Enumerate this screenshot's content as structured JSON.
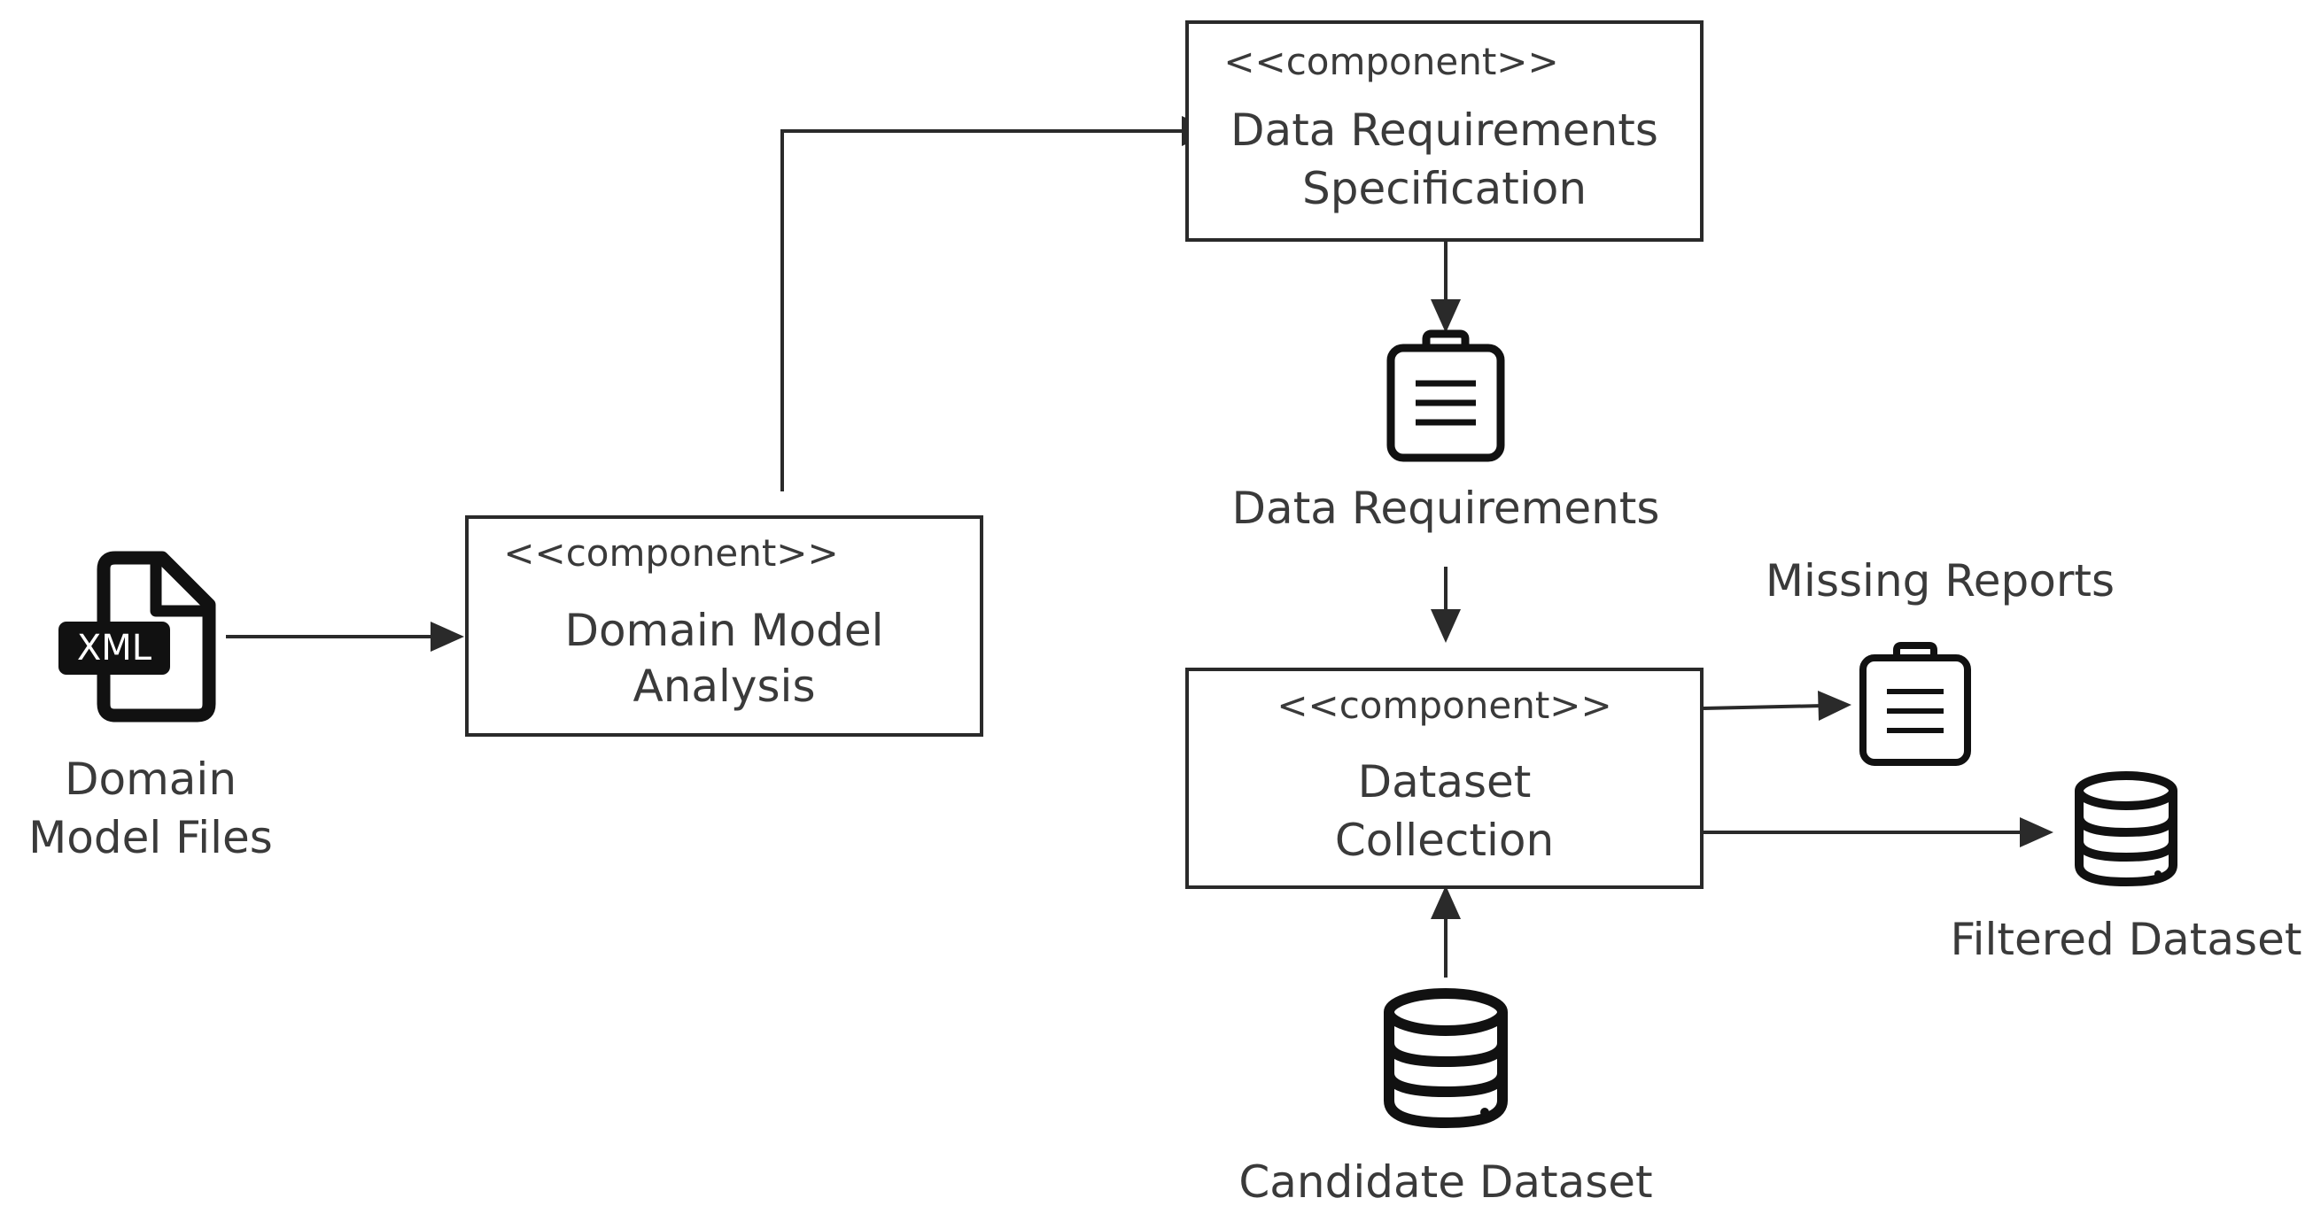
{
  "diagram": {
    "components": [
      {
        "id": "domain-model-analysis",
        "stereotype": "<<component>>",
        "name_lines": [
          "Domain Model",
          "Analysis"
        ]
      },
      {
        "id": "data-requirements-specification",
        "stereotype": "<<component>>",
        "name_lines": [
          "Data Requirements",
          "Specification"
        ]
      },
      {
        "id": "dataset-collection",
        "stereotype": "<<component>>",
        "name_lines": [
          "Dataset",
          "Collection"
        ]
      }
    ],
    "artifacts": [
      {
        "id": "domain-model-files",
        "icon": "xml-file-icon",
        "badge": "XML",
        "label_lines": [
          "Domain",
          "Model Files"
        ]
      },
      {
        "id": "data-requirements",
        "icon": "clipboard-icon",
        "label": "Data Requirements"
      },
      {
        "id": "missing-reports",
        "icon": "clipboard-icon",
        "label": "Missing Reports"
      },
      {
        "id": "filtered-dataset",
        "icon": "database-icon",
        "label": "Filtered Dataset"
      },
      {
        "id": "candidate-dataset",
        "icon": "database-icon",
        "label": "Candidate Dataset"
      }
    ],
    "flows": [
      {
        "from": "domain-model-files",
        "to": "domain-model-analysis"
      },
      {
        "from": "domain-model-analysis",
        "to": "data-requirements-specification"
      },
      {
        "from": "data-requirements-specification",
        "to": "data-requirements"
      },
      {
        "from": "data-requirements",
        "to": "dataset-collection"
      },
      {
        "from": "candidate-dataset",
        "to": "dataset-collection"
      },
      {
        "from": "dataset-collection",
        "to": "missing-reports"
      },
      {
        "from": "dataset-collection",
        "to": "filtered-dataset"
      }
    ]
  }
}
